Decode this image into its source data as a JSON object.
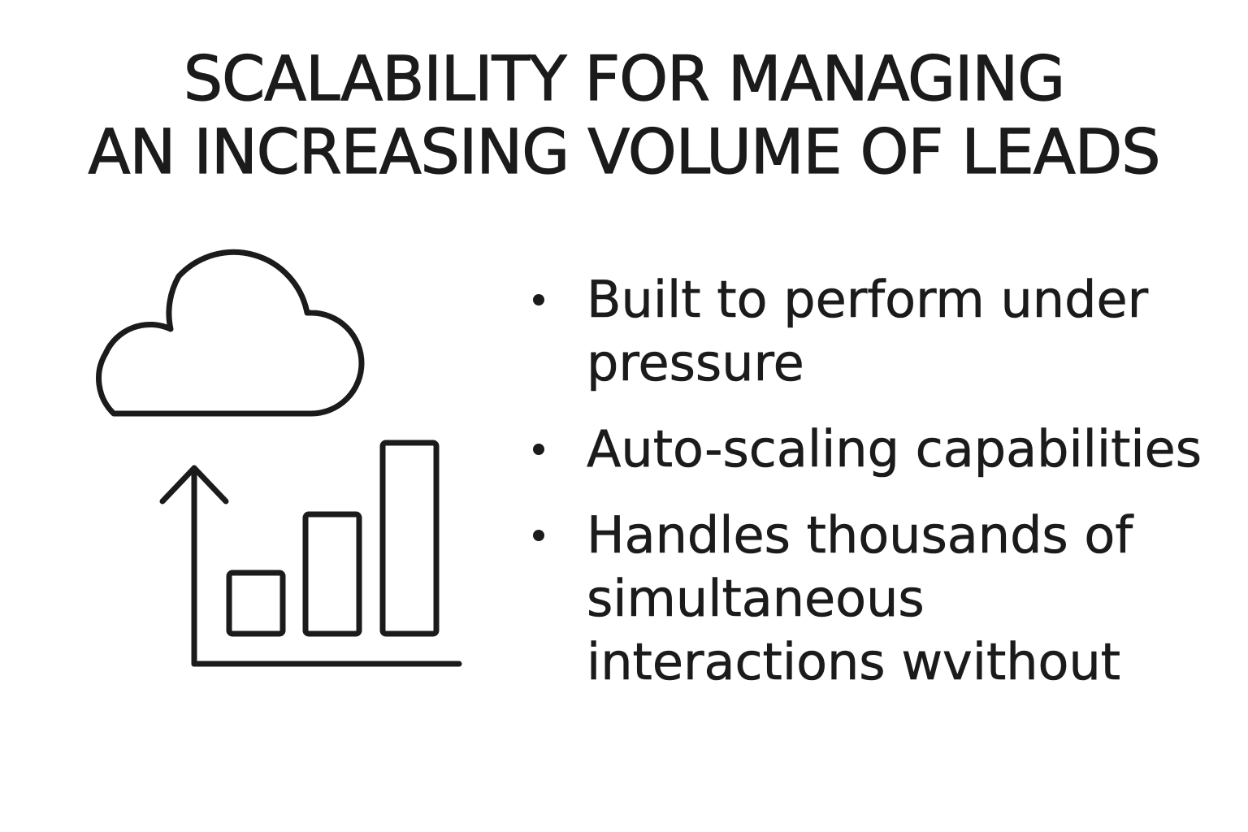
{
  "title": {
    "line1": "SCALABILITY FOR MANAGING",
    "line2": "AN INCREASING VOLUME OF LEADS"
  },
  "illustration": {
    "icons": [
      "cloud-icon",
      "up-arrow-icon",
      "bar-chart-icon"
    ]
  },
  "bullets": [
    {
      "text": "Built to perform under pressure"
    },
    {
      "text": "Auto-scaling capabilities"
    },
    {
      "text": "Handles thousands of simultaneous interactions wvithout"
    }
  ],
  "colors": {
    "ink": "#1b1b1b",
    "background": "#ffffff"
  }
}
